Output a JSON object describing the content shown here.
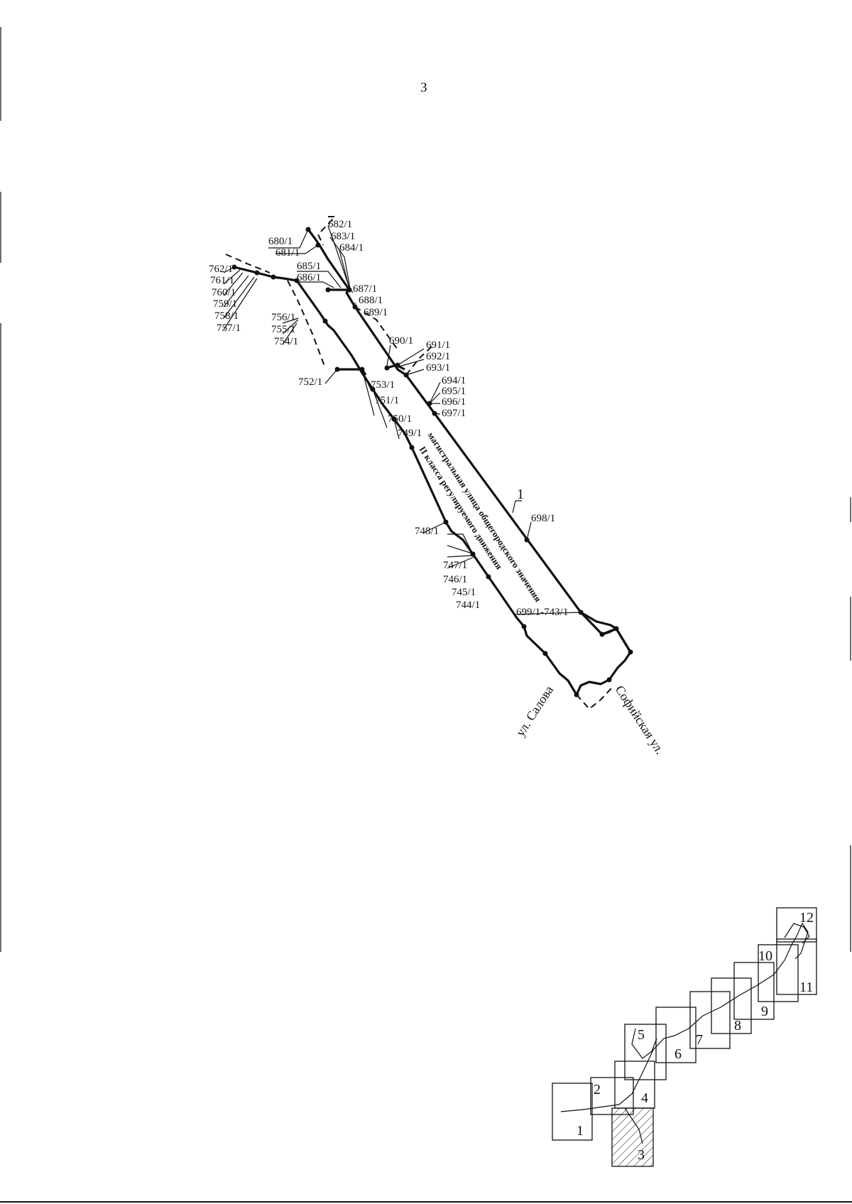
{
  "page_number": "3",
  "street_labels": {
    "main_road": "магистральная улица общегородского значения",
    "main_road_class": "II класса регулируемого движения",
    "salova": "ул. Салова",
    "sofiyskaya": "Софийская ул."
  },
  "area_marker": "1",
  "point_labels": {
    "p680": "680/1",
    "p681": "681/1",
    "p682": "682/1",
    "p683": "683/1",
    "p684": "684/1",
    "p685": "685/1",
    "p686": "686/1",
    "p687": "687/1",
    "p688": "688/1",
    "p689": "689/1",
    "p690": "690/1",
    "p691": "691/1",
    "p692": "692/1",
    "p693": "693/1",
    "p694": "694/1",
    "p695": "695/1",
    "p696": "696/1",
    "p697": "697/1",
    "p698": "698/1",
    "p699_743": "699/1-743/1",
    "p744": "744/1",
    "p745": "745/1",
    "p746": "746/1",
    "p747": "747/1",
    "p748": "748/1",
    "p749": "749/1",
    "p750": "750/1",
    "p751": "751/1",
    "p752": "752/1",
    "p753": "753/1",
    "p754": "754/1",
    "p755": "755/1",
    "p756": "756/1",
    "p757": "757/1",
    "p758": "758/1",
    "p759": "759/1",
    "p760": "760/1",
    "p761": "761/1",
    "p762": "762/1"
  },
  "key_map": {
    "sheets": [
      "1",
      "2",
      "3",
      "4",
      "5",
      "6",
      "7",
      "8",
      "9",
      "10",
      "11",
      "12"
    ],
    "current_sheet": "3"
  }
}
